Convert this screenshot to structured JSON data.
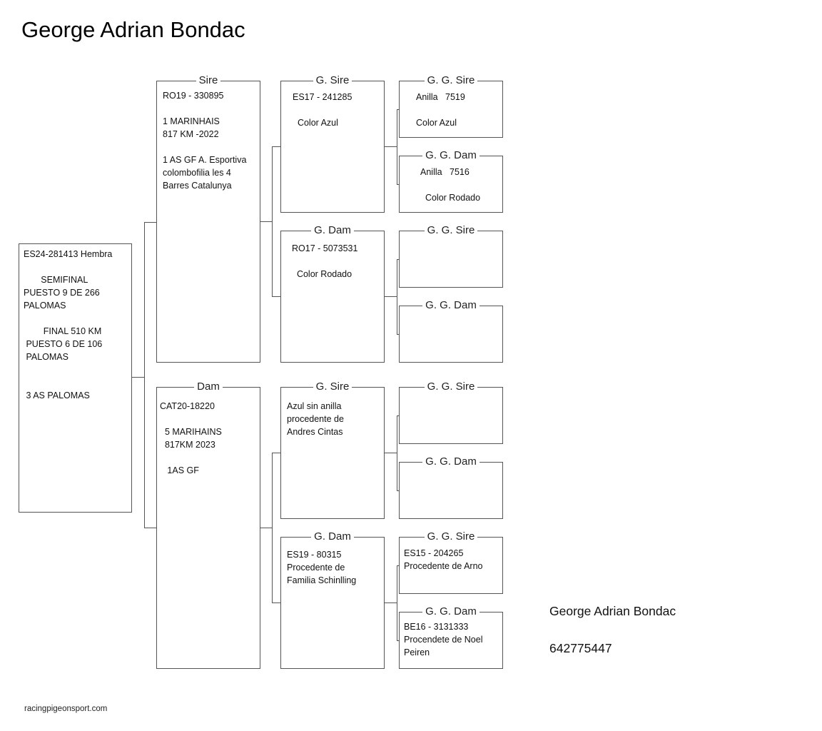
{
  "title": "George Adrian Bondac",
  "subject": {
    "text": "ES24-281413 Hembra\n\n       SEMIFINAL\nPUESTO 9 DE 266\nPALOMAS\n\n        FINAL 510 KM\n PUESTO 6 DE 106\n PALOMAS\n\n\n 3 AS PALOMAS"
  },
  "sire": {
    "label": "Sire",
    "text": "RO19 - 330895\n\n1 MARINHAIS\n817 KM -2022\n\n1 AS GF A. Esportiva\ncolombofilia les 4\nBarres Catalunya"
  },
  "dam": {
    "label": "Dam",
    "text": "CAT20-18220\n\n  5 MARIHAINS\n  817KM 2023\n\n   1AS GF"
  },
  "sire_sire": {
    "label": "G. Sire",
    "text": "ES17 - 241285\n\n  Color Azul"
  },
  "sire_dam": {
    "label": "G. Dam",
    "text": "RO17 - 5073531\n\n  Color Rodado"
  },
  "dam_sire": {
    "label": "G. Sire",
    "text": "Azul sin anilla\nprocedente de\nAndres Cintas"
  },
  "dam_dam": {
    "label": "G. Dam",
    "text": "ES19 - 80315\nProcedente de\nFamilia Schinlling"
  },
  "gg": [
    {
      "label": "G. G. Sire",
      "text": "Anilla   7519\n\nColor Azul"
    },
    {
      "label": "G. G. Dam",
      "text": "Anilla   7516\n\n  Color Rodado"
    },
    {
      "label": "G. G. Sire",
      "text": ""
    },
    {
      "label": "G. G. Dam",
      "text": ""
    },
    {
      "label": "G. G. Sire",
      "text": ""
    },
    {
      "label": "G. G. Dam",
      "text": ""
    },
    {
      "label": "G. G. Sire",
      "text": "ES15 - 204265\nProcedente de Arno"
    },
    {
      "label": "G. G. Dam",
      "text": "BE16 - 3131333\nProcendete de Noel\nPeiren"
    }
  ],
  "contact": {
    "name": "George Adrian Bondac",
    "phone": "642775447"
  },
  "footer": "racingpigeonsport.com"
}
